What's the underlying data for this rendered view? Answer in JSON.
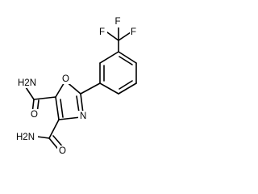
{
  "molecule": {
    "atoms": {
      "f_top": "F",
      "f_left": "F",
      "f_right": "F",
      "ring_o": "O",
      "ring_n": "N",
      "amide_top_n": "H2N",
      "amide_top_o": "O",
      "amide_bottom_n": "H2N",
      "amide_bottom_o": "O"
    }
  }
}
